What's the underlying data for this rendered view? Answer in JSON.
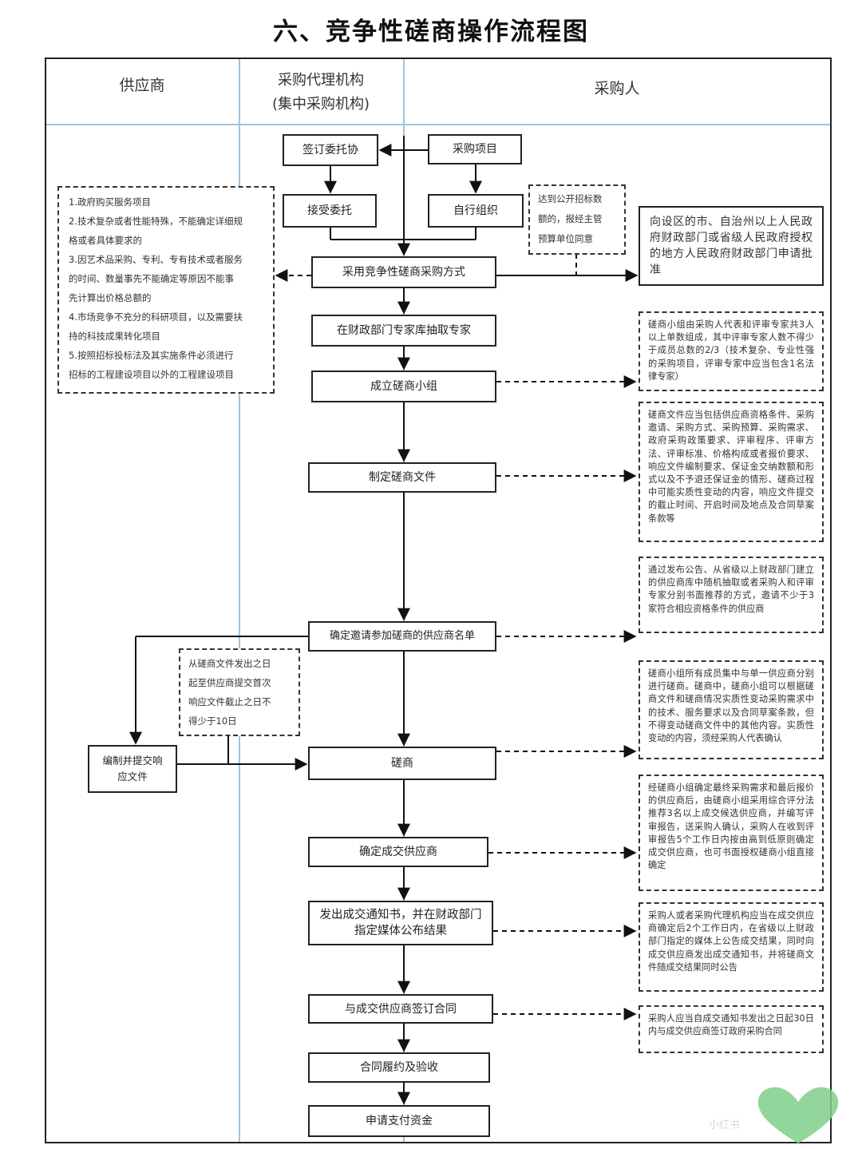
{
  "title": "六、竞争性磋商操作流程图",
  "lanes": {
    "supplier": "供应商",
    "agency_line1": "采购代理机构",
    "agency_line2": "(集中采购机构)",
    "purchaser": "采购人"
  },
  "boxes": {
    "sign_entrust": "签订委托协",
    "purchase_project": "采购项目",
    "accept_entrust": "接受委托",
    "self_organize": "自行组织",
    "adopt_method": "采用竞争性磋商采购方式",
    "extract_experts": "在财政部门专家库抽取专家",
    "form_group": "成立磋商小组",
    "prepare_docs": "制定磋商文件",
    "invite_list": "确定邀请参加磋商的供应商名单",
    "compile_submit": "编制并提交响应文件",
    "negotiate": "磋商",
    "confirm_supplier": "确定成交供应商",
    "issue_notice": "发出成交通知书，并在财政部门指定媒体公布结果",
    "sign_contract": "与成交供应商签订合同",
    "perform_accept": "合同履约及验收",
    "apply_payment": "申请支付资金"
  },
  "notes": {
    "threshold": [
      "达到公开招标数",
      "额的，报经主管",
      "预算单位同意"
    ],
    "approval": "向设区的市、自治州以上人民政府财政部门或省级人民政府授权的地方人民政府财政部门申请批准",
    "applicable": [
      "1.政府购买服务项目",
      "2.技术复杂或者性能特殊，不能确定详细规",
      "格或者具体要求的",
      "3.因艺术品采购、专利、专有技术或者服务",
      "的时间、数量事先不能确定等原因不能事",
      "先计算出价格总额的",
      "4.市场竞争不充分的科研项目，以及需要扶",
      "持的科技成果转化项目",
      "5.按照招标投标法及其实施条件必须进行",
      "招标的工程建设项目以外的工程建设项目"
    ],
    "group_composition": "磋商小组由采购人代表和评审专家共3人以上单数组成，其中评审专家人数不得少于成员总数的2/3（技术复杂、专业性强的采购项目，评审专家中应当包含1名法律专家）",
    "docs_content": "磋商文件应当包括供应商资格条件、采购邀请、采购方式、采购预算、采购需求、政府采购政策要求、评审程序、评审方法、评审标准、价格构成或者报价要求、响应文件编制要求、保证金交纳数额和形式以及不予退还保证金的情形、磋商过程中可能实质性变动的内容，响应文件提交的截止时间、开启时间及地点及合同草案条款等",
    "invite_method": "通过发布公告、从省级以上财政部门建立的供应商库中随机抽取或者采购人和评审专家分别书面推荐的方式，邀请不少于3家符合相应资格条件的供应商",
    "time_limit": [
      "从磋商文件发出之日",
      "起至供应商提交首次",
      "响应文件截止之日不",
      "得少于10日"
    ],
    "negotiation_rule": "磋商小组所有成员集中与单一供应商分别进行磋商。磋商中，磋商小组可以根据磋商文件和磋商情况实质性变动采购需求中的技术、服务要求以及合同草案条款，但不得变动磋商文件中的其他内容。实质性变动的内容，须经采购人代表确认",
    "confirm_rule": "经磋商小组确定最终采购需求和最后报价的供应商后，由磋商小组采用综合评分法推荐3名以上成交候选供应商，并编写评审报告，送采购人确认，采购人在收到评审报告5个工作日内按由高到低原则确定成交供应商，也可书面授权磋商小组直接确定",
    "announce_rule": "采购人或者采购代理机构应当在成交供应商确定后2个工作日内，在省级以上财政部门指定的媒体上公告成交结果，同时向成交供应商发出成交通知书，并将磋商文件随成交结果同时公告",
    "contract_rule": "采购人应当自成交通知书发出之日起30日内与成交供应商签订政府采购合同"
  },
  "watermark": "小红书",
  "colors": {
    "lane_line": "#9fc3dd",
    "heart": "#7fcf8a"
  }
}
